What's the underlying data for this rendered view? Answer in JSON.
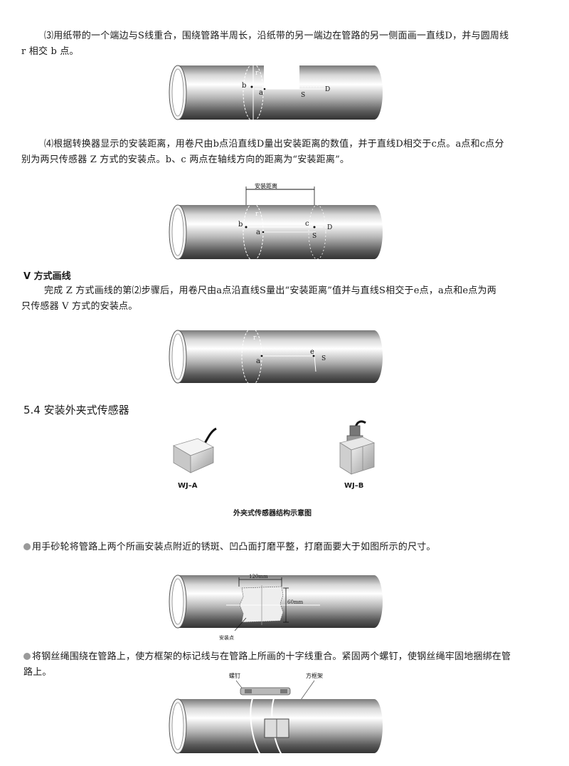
{
  "paragraphs": {
    "step3": [
      "⑶用纸带的一个端边与S线重合，围绕管路半周长，沿纸带的另一端边在管路的另一侧面画一直线D，并与圆周线",
      "r 相交 b 点。"
    ],
    "step4": [
      "⑷根据转换器显示的安装距离，用卷尺由b点沿直线D量出安装距离的数值，并于直线D相交于c点。a点和c点分",
      "别为两只传感器 Z 方式的安装点。b、c 两点在轴线方向的距离为“安装距离”。"
    ],
    "v_heading": "V 方式画线",
    "v_text": [
      "完成 Z 方式画线的第⑵步骤后，用卷尺由a点沿直线S量出“安装距离”值并与直线S相交于e点，a点和e点为两",
      "只传感器 V 方式的安装点。"
    ],
    "section_title": "5.4  安装外夹式传感器",
    "grind": "用手砂轮将管路上两个所画安装点附近的锈斑、凹凸面打磨平整，打磨面要大于如图所示的尺寸。",
    "rope": [
      "将钢丝绳围绕在管路上，使方框架的标记线与在管路上所画的十字线重合。紧固两个螺钉，使钢丝绳牢固地捆绑在管",
      "路上。"
    ]
  },
  "figures": {
    "fig1": {
      "r": "r",
      "b": "b",
      "a": "a",
      "s": "S",
      "d": "D"
    },
    "fig2": {
      "distance": "安装距离",
      "r": "r",
      "b": "b",
      "a": "a",
      "c": "c",
      "s": "S",
      "d": "D"
    },
    "fig3": {
      "r": "r",
      "a": "a",
      "e": "e",
      "s": "S"
    },
    "sensors": {
      "label_a": "WJ–A",
      "label_b": "WJ–B",
      "caption": "外夹式传感器结构示意图"
    },
    "fig4": {
      "width": "120mm",
      "height": "60mm",
      "point": "安装点"
    },
    "fig5": {
      "screw": "螺钉",
      "frame": "方框架"
    }
  }
}
